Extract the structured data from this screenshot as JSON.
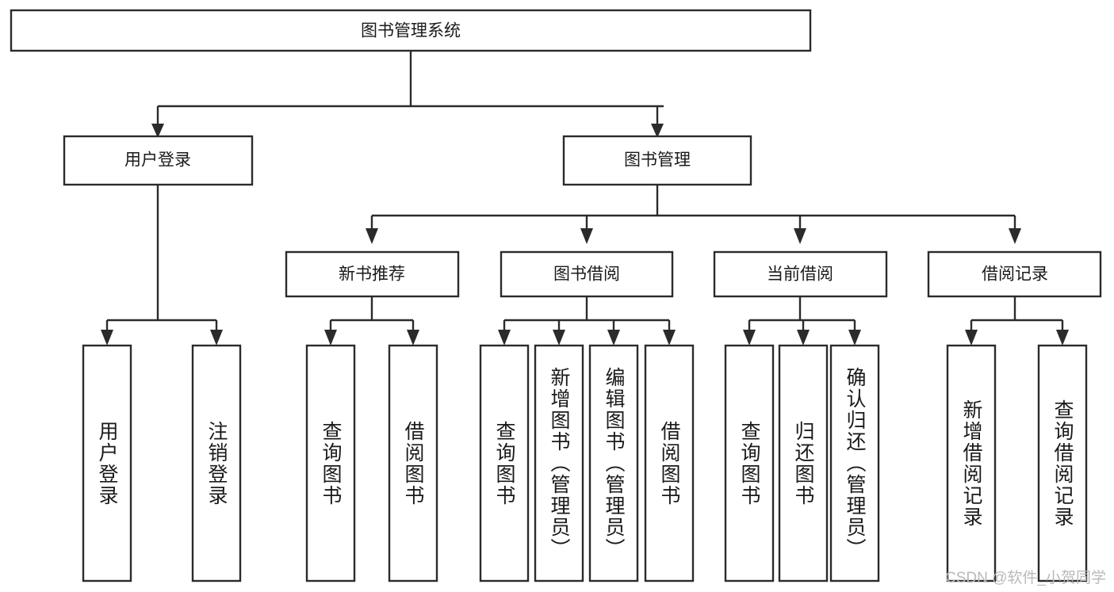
{
  "diagram": {
    "type": "tree-hierarchy",
    "title": "图书管理系统",
    "root": {
      "label": "图书管理系统"
    },
    "level2": [
      {
        "label": "用户登录"
      },
      {
        "label": "图书管理"
      }
    ],
    "level3": [
      {
        "label": "新书推荐"
      },
      {
        "label": "图书借阅"
      },
      {
        "label": "当前借阅"
      },
      {
        "label": "借阅记录"
      }
    ],
    "leaves": {
      "user_login": [
        {
          "label": "用户登录"
        },
        {
          "label": "注销登录"
        }
      ],
      "new_book_recommend": [
        {
          "label": "查询图书"
        },
        {
          "label": "借阅图书"
        }
      ],
      "book_borrow": [
        {
          "label": "查询图书"
        },
        {
          "label": "新增图书（管理员）"
        },
        {
          "label": "编辑图书（管理员）"
        },
        {
          "label": "借阅图书"
        }
      ],
      "current_borrow": [
        {
          "label": "查询图书"
        },
        {
          "label": "归还图书"
        },
        {
          "label": "确认归还（管理员）"
        }
      ],
      "borrow_record": [
        {
          "label": "新增借阅记录"
        },
        {
          "label": "查询借阅记录"
        }
      ]
    },
    "colors": {
      "stroke": "#2b2b2b",
      "fill": "#ffffff",
      "text": "#1a1a1a",
      "watermark": "#b9b9b9"
    }
  },
  "watermark": {
    "text": "CSDN @软件_小贺同学"
  }
}
